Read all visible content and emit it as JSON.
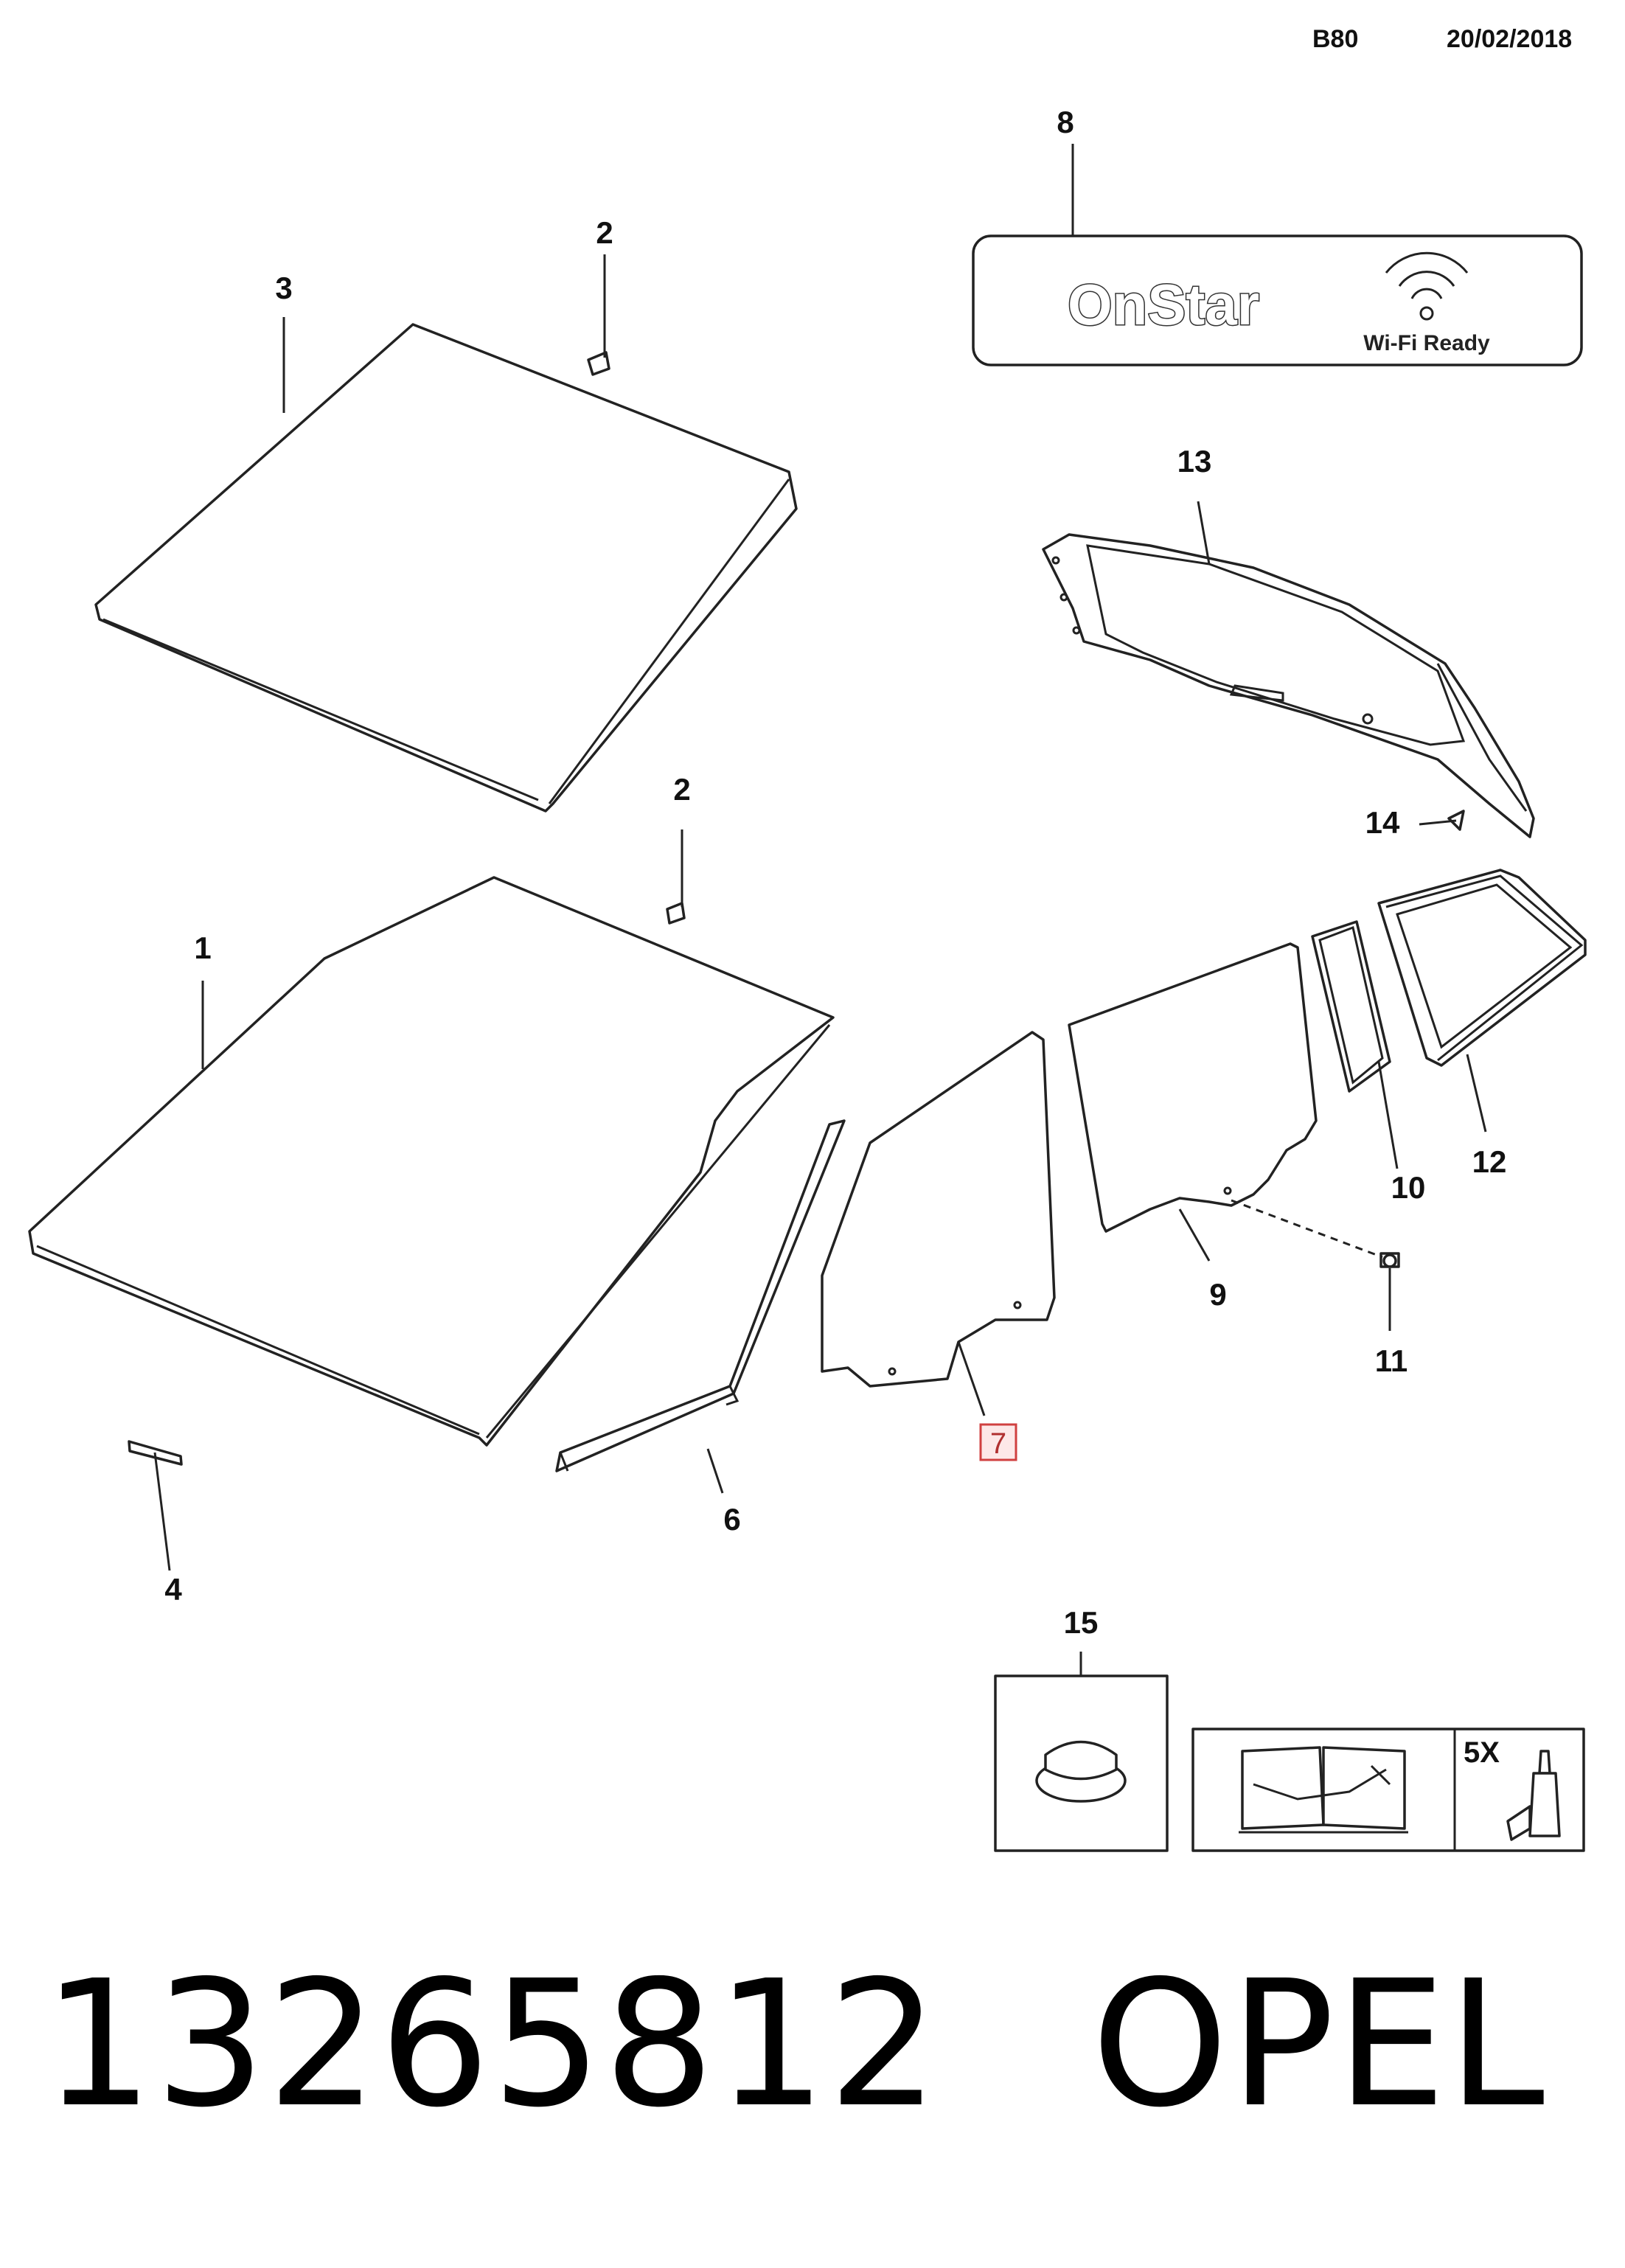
{
  "header": {
    "code": "B80",
    "date": "20/02/2018"
  },
  "callouts": {
    "c1": "1",
    "c2a": "2",
    "c2b": "2",
    "c3": "3",
    "c4": "4",
    "c6": "6",
    "c7": "7",
    "c8": "8",
    "c9": "9",
    "c10": "10",
    "c11": "11",
    "c12": "12",
    "c13": "13",
    "c14": "14",
    "c15": "15"
  },
  "badge": {
    "brand": "OnStar",
    "wifi_label": "Wi-Fi Ready"
  },
  "quantity_label": "5X",
  "footer": {
    "part_number": "13265812",
    "brand": "OPEL"
  },
  "colors": {
    "highlight": "#b03030",
    "line": "#222222"
  },
  "icons": [
    "onstar-logo",
    "wifi-icon",
    "manual-book-icon",
    "wrench-icon",
    "adhesive-bottle-icon",
    "pad-icon"
  ]
}
